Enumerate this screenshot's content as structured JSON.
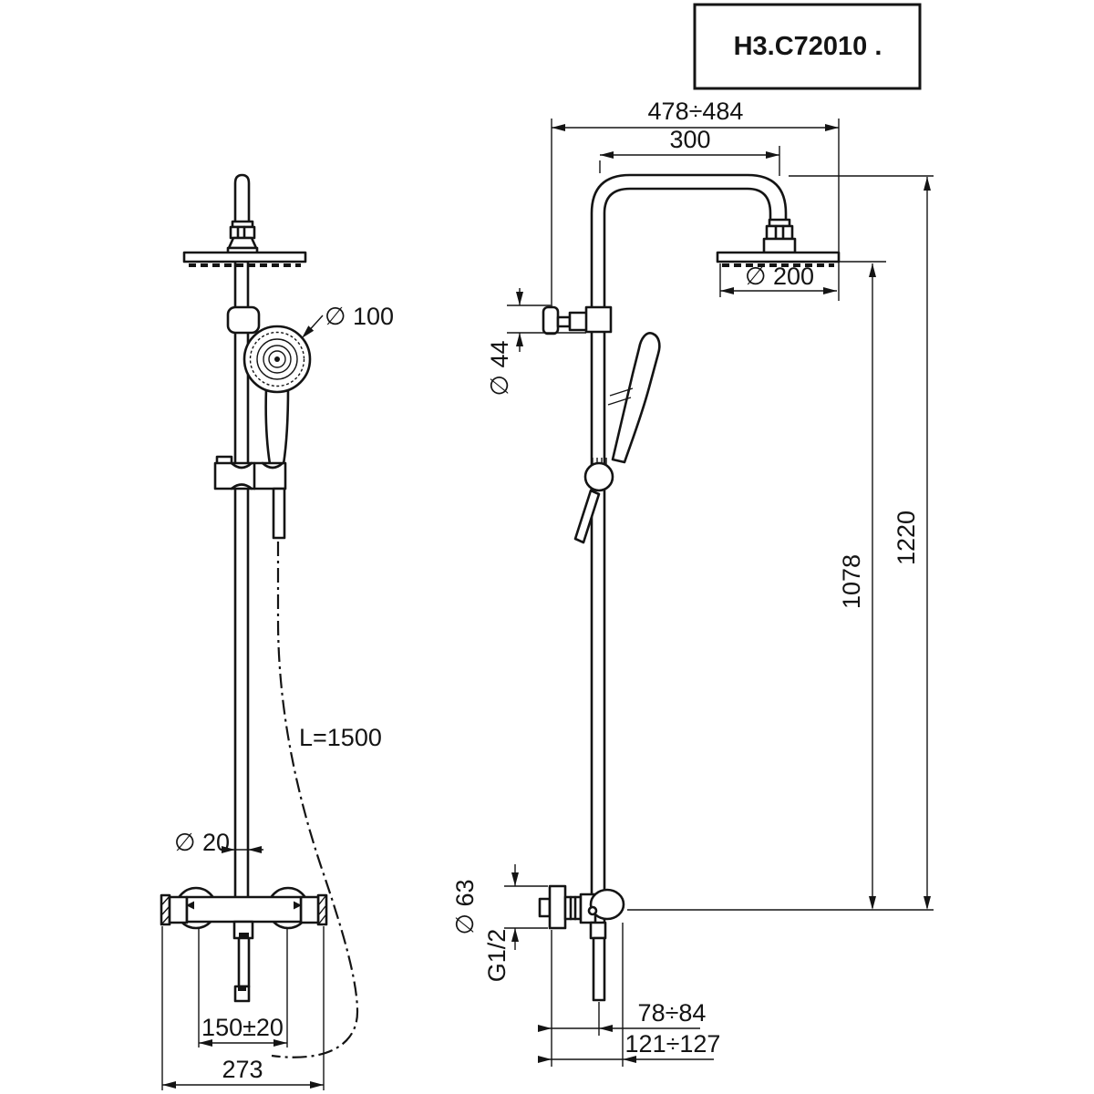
{
  "title_block": {
    "code": "H3.C72010 ."
  },
  "labels": {
    "top_width_range": "478÷484",
    "arm_reach": "300",
    "head_diameter": "∅ 200",
    "diverter_diameter": "∅ 44",
    "handshower_diameter": "∅ 100",
    "hose_length": "L=1500",
    "riser_diameter": "∅ 20",
    "height_to_head": "1078",
    "total_height": "1220",
    "flange_diameter": "∅ 63",
    "outlet_thread": "G1/2",
    "wall_to_riser_range": "78÷84",
    "wall_to_handle_range": "121÷127",
    "inlet_spacing": "150±20",
    "valve_width": "273"
  }
}
